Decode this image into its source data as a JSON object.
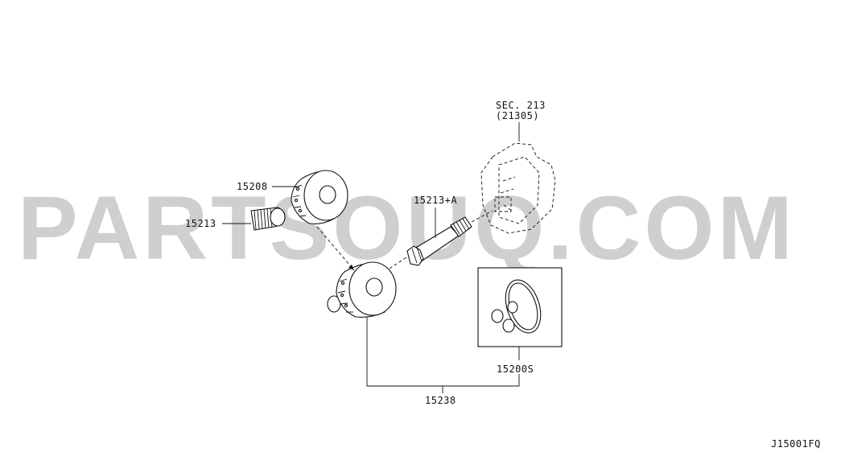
{
  "watermark": "PARTSOUQ.COM",
  "diagram_code": "J15001FQ",
  "labels": {
    "sec_ref": "SEC. 213",
    "sec_ref_sub": "(21305)",
    "part_15208": "15208",
    "part_15213": "15213",
    "part_15213a": "15213+A",
    "part_15200s": "15200S",
    "part_15238": "15238"
  }
}
